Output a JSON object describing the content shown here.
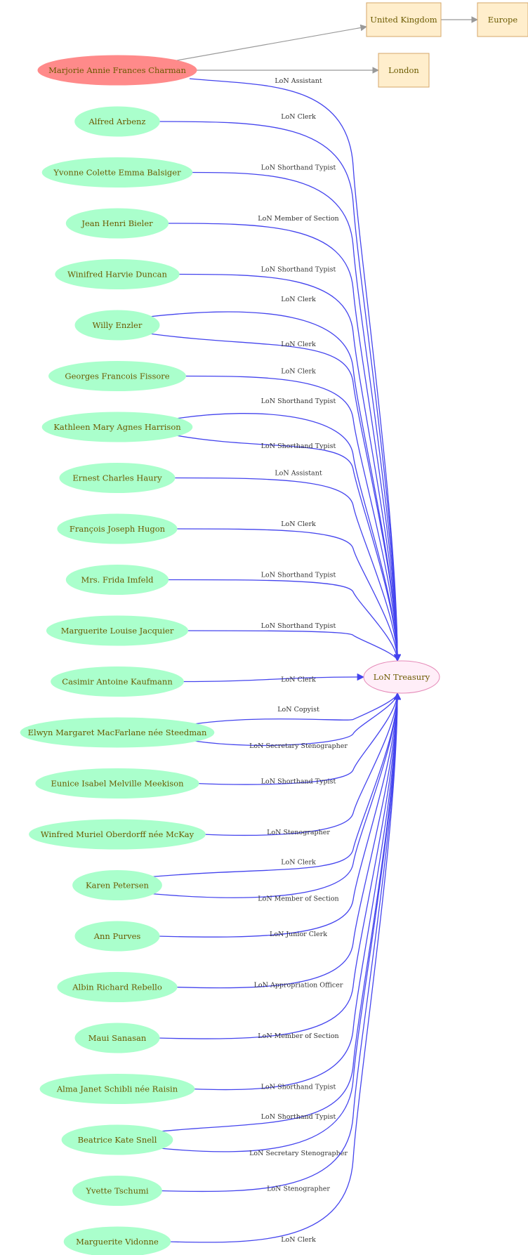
{
  "colors": {
    "focus_fill": "#ff8a8a",
    "person_fill": "#aaffcc",
    "place_fill": "#ffeecc",
    "place_stroke": "#d4a76a",
    "org_fill": "#ffeef8",
    "org_stroke": "#e58ab8",
    "node_text": "#6b5a00",
    "place_edge": "#999999",
    "role_edge": "#4444ee"
  },
  "focus": {
    "label": "Marjorie Annie Frances Charman"
  },
  "places": [
    {
      "id": "uk",
      "label": "United Kingdom"
    },
    {
      "id": "europe",
      "label": "Europe"
    },
    {
      "id": "london",
      "label": "London"
    }
  ],
  "org": {
    "label": "LoN Treasury"
  },
  "people": [
    {
      "label": "Alfred Arbenz",
      "roles": [
        "LoN Clerk"
      ]
    },
    {
      "label": "Yvonne Colette Emma Balsiger",
      "roles": [
        "LoN Shorthand Typist"
      ]
    },
    {
      "label": "Jean Henri Bieler",
      "roles": [
        "LoN Member of Section"
      ]
    },
    {
      "label": "Winifred Harvie Duncan",
      "roles": [
        "LoN Shorthand Typist"
      ]
    },
    {
      "label": "Willy Enzler",
      "roles": [
        "LoN Clerk",
        "LoN Clerk"
      ]
    },
    {
      "label": "Georges Francois  Fissore",
      "roles": [
        "LoN Clerk"
      ]
    },
    {
      "label": "Kathleen Mary Agnes Harrison",
      "roles": [
        "LoN Shorthand Typist",
        "LoN Shorthand Typist"
      ]
    },
    {
      "label": "Ernest Charles Haury",
      "roles": [
        "LoN Assistant"
      ]
    },
    {
      "label": "François Joseph Hugon",
      "roles": [
        "LoN Clerk"
      ]
    },
    {
      "label": "Mrs. Frida Imfeld",
      "roles": [
        "LoN Shorthand Typist"
      ]
    },
    {
      "label": "Marguerite Louise Jacquier",
      "roles": [
        "LoN Shorthand Typist"
      ]
    },
    {
      "label": "Casimir Antoine Kaufmann",
      "roles": [
        "LoN Clerk"
      ]
    },
    {
      "label": "Elwyn Margaret MacFarlane née Steedman",
      "roles": [
        "LoN Copyist",
        "LoN Secretary Stenographer"
      ]
    },
    {
      "label": "Eunice Isabel Melville Meekison",
      "roles": [
        "LoN Shorthand Typist"
      ]
    },
    {
      "label": "Winfred Muriel Oberdorff née McKay",
      "roles": [
        "LoN Stenographer"
      ]
    },
    {
      "label": "Karen Petersen",
      "roles": [
        "LoN Clerk",
        "LoN Member of Section"
      ]
    },
    {
      "label": "Ann Purves",
      "roles": [
        "LoN Junior Clerk"
      ]
    },
    {
      "label": "Albin Richard Rebello",
      "roles": [
        "LoN Appropriation Officer"
      ]
    },
    {
      "label": "Maui Sanasan",
      "roles": [
        "LoN Member of Section"
      ]
    },
    {
      "label": "Alma Janet Schibli née Raisin",
      "roles": [
        "LoN Shorthand Typist"
      ]
    },
    {
      "label": "Beatrice Kate Snell",
      "roles": [
        "LoN Shorthand Typist",
        "LoN Secretary Stenographer"
      ]
    },
    {
      "label": "Yvette Tschumi",
      "roles": [
        "LoN Stenographer"
      ]
    },
    {
      "label": "Marguerite Vidonne",
      "roles": [
        "LoN Clerk"
      ]
    }
  ],
  "focus_roles": [
    "LoN Assistant"
  ]
}
